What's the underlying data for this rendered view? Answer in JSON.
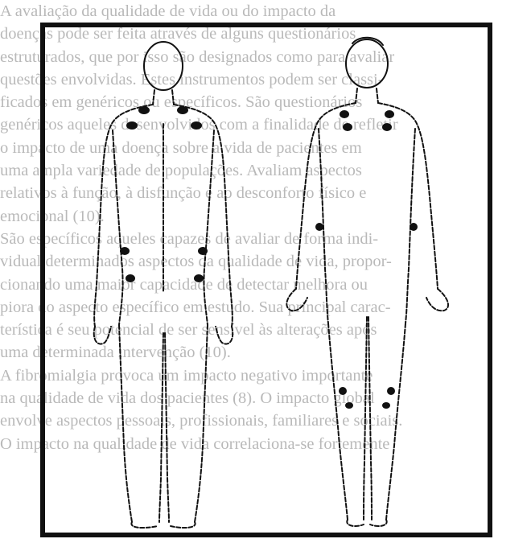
{
  "background_text": {
    "lines": [
      "A avaliação da qualidade de vida ou do impacto da",
      "doenças pode ser feita através de alguns questionários",
      "estruturados, que por isso são designados como para avaliar",
      "questões envolvidas. Estes instrumentos podem ser classi-",
      "ficados em genéricos ou específicos. São questionários",
      "genéricos aqueles desenvolvidos com a finalidade de refletir",
      "o impacto de uma doença sobre a vida de pacientes em",
      "uma ampla variedade de populações. Avaliam aspectos",
      "relativos à função, à disfunção e ao desconforto físico e",
      "emocional (10).",
      "   São específicos aqueles capazes de avaliar de forma indi-",
      "vidual determinados aspectos da qualidade de vida, propor-",
      "cionando uma maior capacidade de detectar melhora ou",
      "piora do aspecto específico em estudo. Sua principal carac-",
      "terística é seu potencial de ser sensível às alterações após",
      "uma determinada intervenção (10).",
      "   A fibromialgia provoca um impacto negativo importante",
      "na qualidade de vida dos pacientes (8). O impacto global",
      "envolve aspectos pessoais, profissionais, familiares e sociais.",
      "O impacto na qualidade de vida correlaciona-se fortemente"
    ]
  },
  "figure": {
    "subject": "fibromyalgia tender points on back and front body outlines",
    "colors": {
      "ink": "#111111",
      "frame": "#111111",
      "background_text": "#b9b9b9"
    }
  }
}
